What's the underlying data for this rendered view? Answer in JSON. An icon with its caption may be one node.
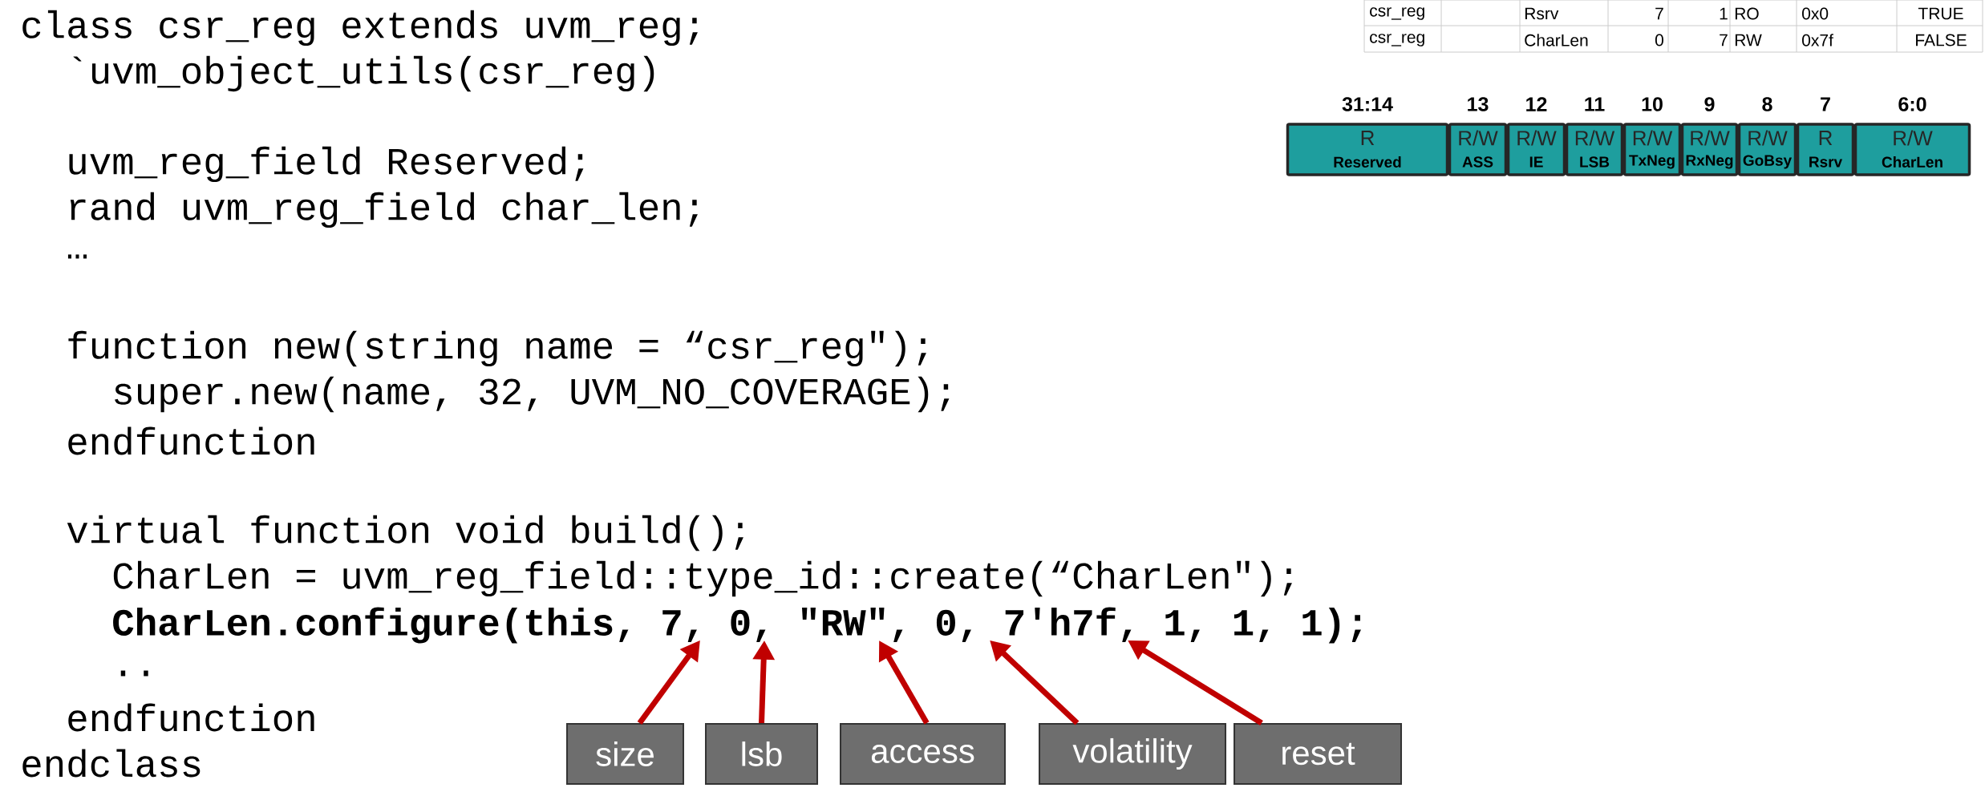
{
  "diagram": {
    "nodes": [
      {
        "text": [
          "size"
        ]
      },
      {
        "text": [
          "lsb"
        ]
      },
      {
        "text": [
          "access"
        ]
      },
      {
        "text": [
          "volatility"
        ]
      },
      {
        "text": [
          "reset"
        ]
      },
      {
        "text": [
          "31:14",
          "R",
          "Reserved"
        ]
      },
      {
        "text": [
          "13",
          "R/W",
          "ASS"
        ]
      },
      {
        "text": [
          "12",
          "R/W",
          "IE"
        ]
      },
      {
        "text": [
          "11",
          "R/W",
          "LSB"
        ]
      },
      {
        "text": [
          "10",
          "R/W",
          "TxNeg"
        ]
      },
      {
        "text": [
          "9",
          "R/W",
          "RxNeg"
        ]
      },
      {
        "text": [
          "8",
          "R/W",
          "GoBsy"
        ]
      },
      {
        "text": [
          "7",
          "R",
          "Rsrv"
        ]
      },
      {
        "text": [
          "6:0",
          "R/W",
          "CharLen"
        ]
      },
      {
        "text": [
          "CharLen.configure(this, 7, 0, \"RW\", 0, 7'h7f, 1, 1, 1);"
        ]
      }
    ],
    "edges": [
      {
        "from": 0,
        "to": 14,
        "arrow": "to"
      },
      {
        "from": 1,
        "to": 14,
        "arrow": "to"
      },
      {
        "from": 2,
        "to": 14,
        "arrow": "to"
      },
      {
        "from": 3,
        "to": 14,
        "arrow": "to"
      },
      {
        "from": 4,
        "to": 14,
        "arrow": "to"
      }
    ],
    "labels": [
      "class csr_reg extends uvm_reg;",
      "`uvm_object_utils(csr_reg)",
      "uvm_reg_field Reserved;",
      "rand uvm_reg_field char_len;",
      "…",
      "function new(string name = “csr_reg\");",
      "super.new(name, 32, UVM_NO_COVERAGE);",
      "endfunction",
      "virtual function void build();",
      "CharLen = uvm_reg_field::type_id::create(“CharLen\");",
      "..",
      "endfunction",
      "endclass",
      "csr_reg",
      "Rsrv",
      "7",
      "1",
      "RO",
      "0x0",
      "TRUE",
      "csr_reg",
      "CharLen",
      "0",
      "7",
      "RW",
      "0x7f",
      "FALSE"
    ]
  }
}
